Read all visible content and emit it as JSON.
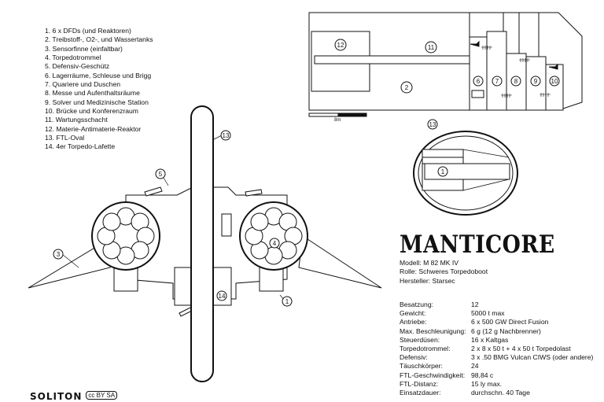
{
  "legend": [
    "1. 6 x DFDs (und Reaktoren)",
    "2. Treibstoff-, O2-, und Wassertanks",
    "3. Sensorfinne (einfaltbar)",
    "4. Torpedotrommel",
    "5. Defensiv-Geschütz",
    "6. Lagerräume, Schleuse und Brigg",
    "7. Quariere und Duschen",
    "8. Messe und Aufenthaltsräume",
    "9. Solver und Medizinische Station",
    "10. Brücke und Konferenzraum",
    "11. Wartungsschacht",
    "12. Materie-Antimaterie-Reaktor",
    "13. FTL-Oval",
    "14. 4er Torpedo-Lafette"
  ],
  "title": "MANTICORE",
  "meta": [
    "Modell: M 82 MK IV",
    "Rolle: Schweres Torpedoboot",
    "Hersteller: Starsec"
  ],
  "specs": [
    {
      "k": "Besatzung:",
      "v": "12"
    },
    {
      "k": "Gewicht:",
      "v": "5000 t max"
    },
    {
      "k": "Antriebe:",
      "v": "6 x 500 GW Direct Fusion"
    },
    {
      "k": "Max. Beschleunigung:",
      "v": "6 g (12 g Nachbrenner)"
    },
    {
      "k": "Steuerdüsen:",
      "v": "16 x Kaltgas"
    },
    {
      "k": "Torpedotrommel:",
      "v": "2 x 8 x 50 t + 4 x 50 t Torpedolast"
    },
    {
      "k": "Defensiv:",
      "v": "3 x .50 BMG Vulcan CIWS (oder andere)"
    },
    {
      "k": "Täuschkörper:",
      "v": "24"
    },
    {
      "k": "FTL-Geschwindigkeit:",
      "v": "98,84 c"
    },
    {
      "k": "FTL-Distanz:",
      "v": "15 ly max."
    },
    {
      "k": "Einsatzdauer:",
      "v": "durchschn. 40 Tage"
    }
  ],
  "scale": "8m",
  "callouts": {
    "c1": "1",
    "c2": "2",
    "c3": "3",
    "c4": "4",
    "c5": "5",
    "c6": "6",
    "c7": "7",
    "c8": "8",
    "c9": "9",
    "c10": "10",
    "c11": "11",
    "c12": "12",
    "c13a": "13",
    "c13b": "13",
    "c14": "14",
    "c1b": "1"
  },
  "logo": {
    "text": "SOLITON",
    "license": "cc BY SA"
  }
}
